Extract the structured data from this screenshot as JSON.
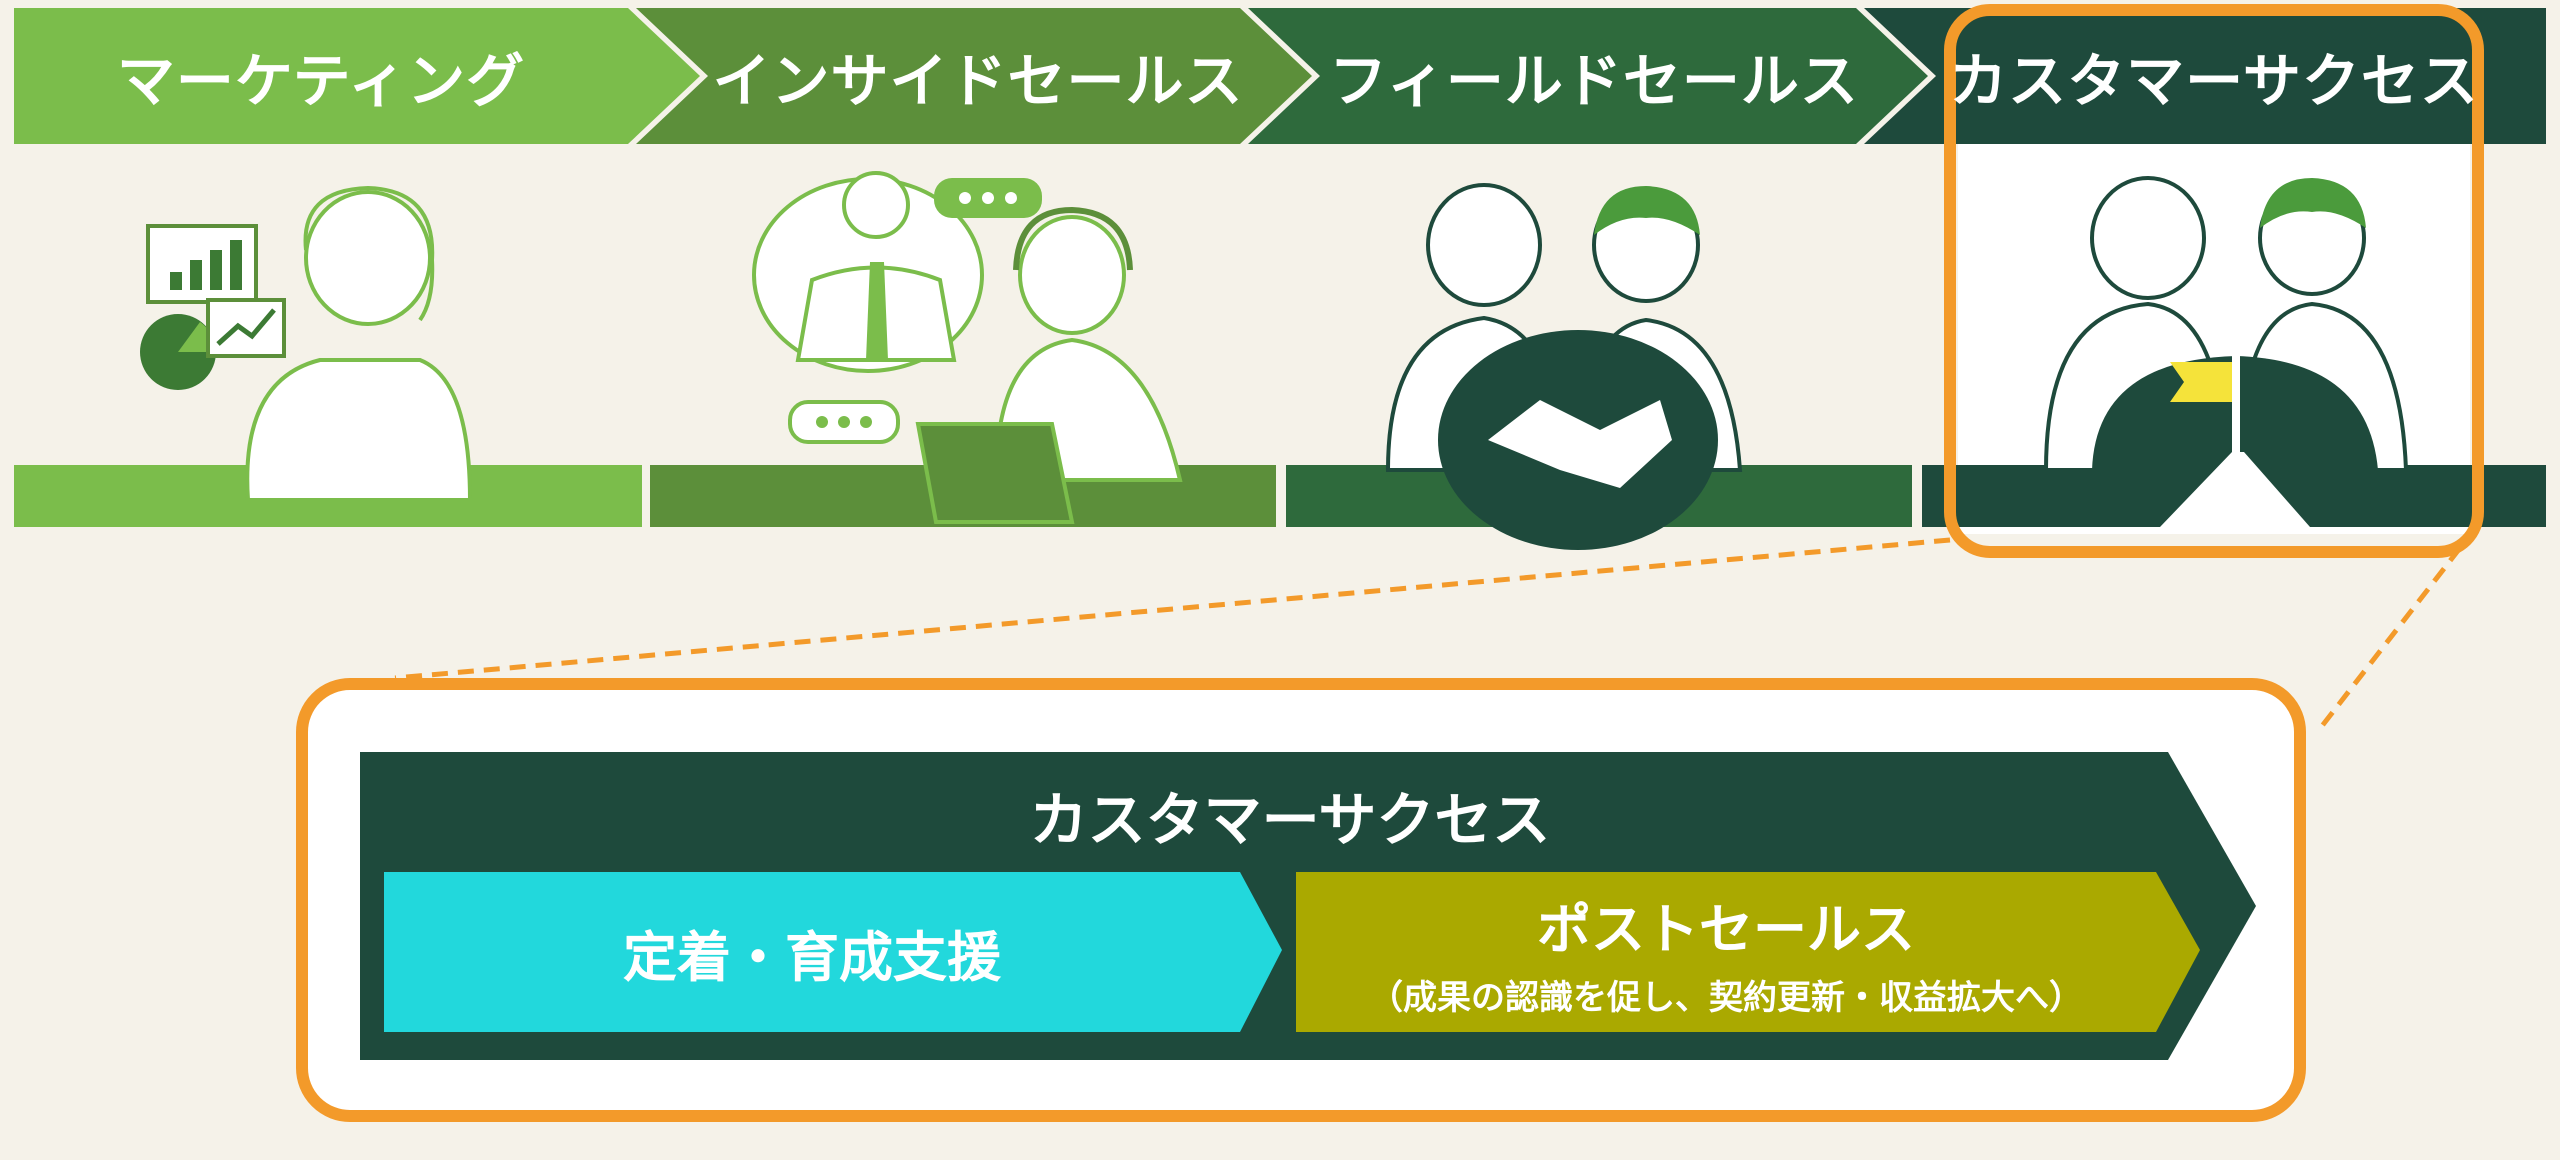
{
  "stages": [
    {
      "label": "マーケティング",
      "color": "#7bbd4b"
    },
    {
      "label": "インサイドセールス",
      "color": "#5c8f3a"
    },
    {
      "label": "フィールドセールス",
      "color": "#2e6a3c"
    },
    {
      "label": "カスタマーサクセス",
      "color": "#1e4a3c"
    }
  ],
  "highlight_color": "#f39a2a",
  "detail": {
    "title": "カスタマーサクセス",
    "steps": [
      {
        "title": "定着・育成支援",
        "subtitle": "",
        "color": "#22d8dc"
      },
      {
        "title": "ポストセールス",
        "subtitle": "（成果の認識を促し、契約更新・収益拡大へ）",
        "color": "#aaa900"
      }
    ]
  },
  "icons": [
    "chart-icon",
    "pie-chart-icon",
    "speech-bubble-icon",
    "laptop-icon",
    "headset-icon",
    "handshake-icon",
    "flag-icon"
  ]
}
